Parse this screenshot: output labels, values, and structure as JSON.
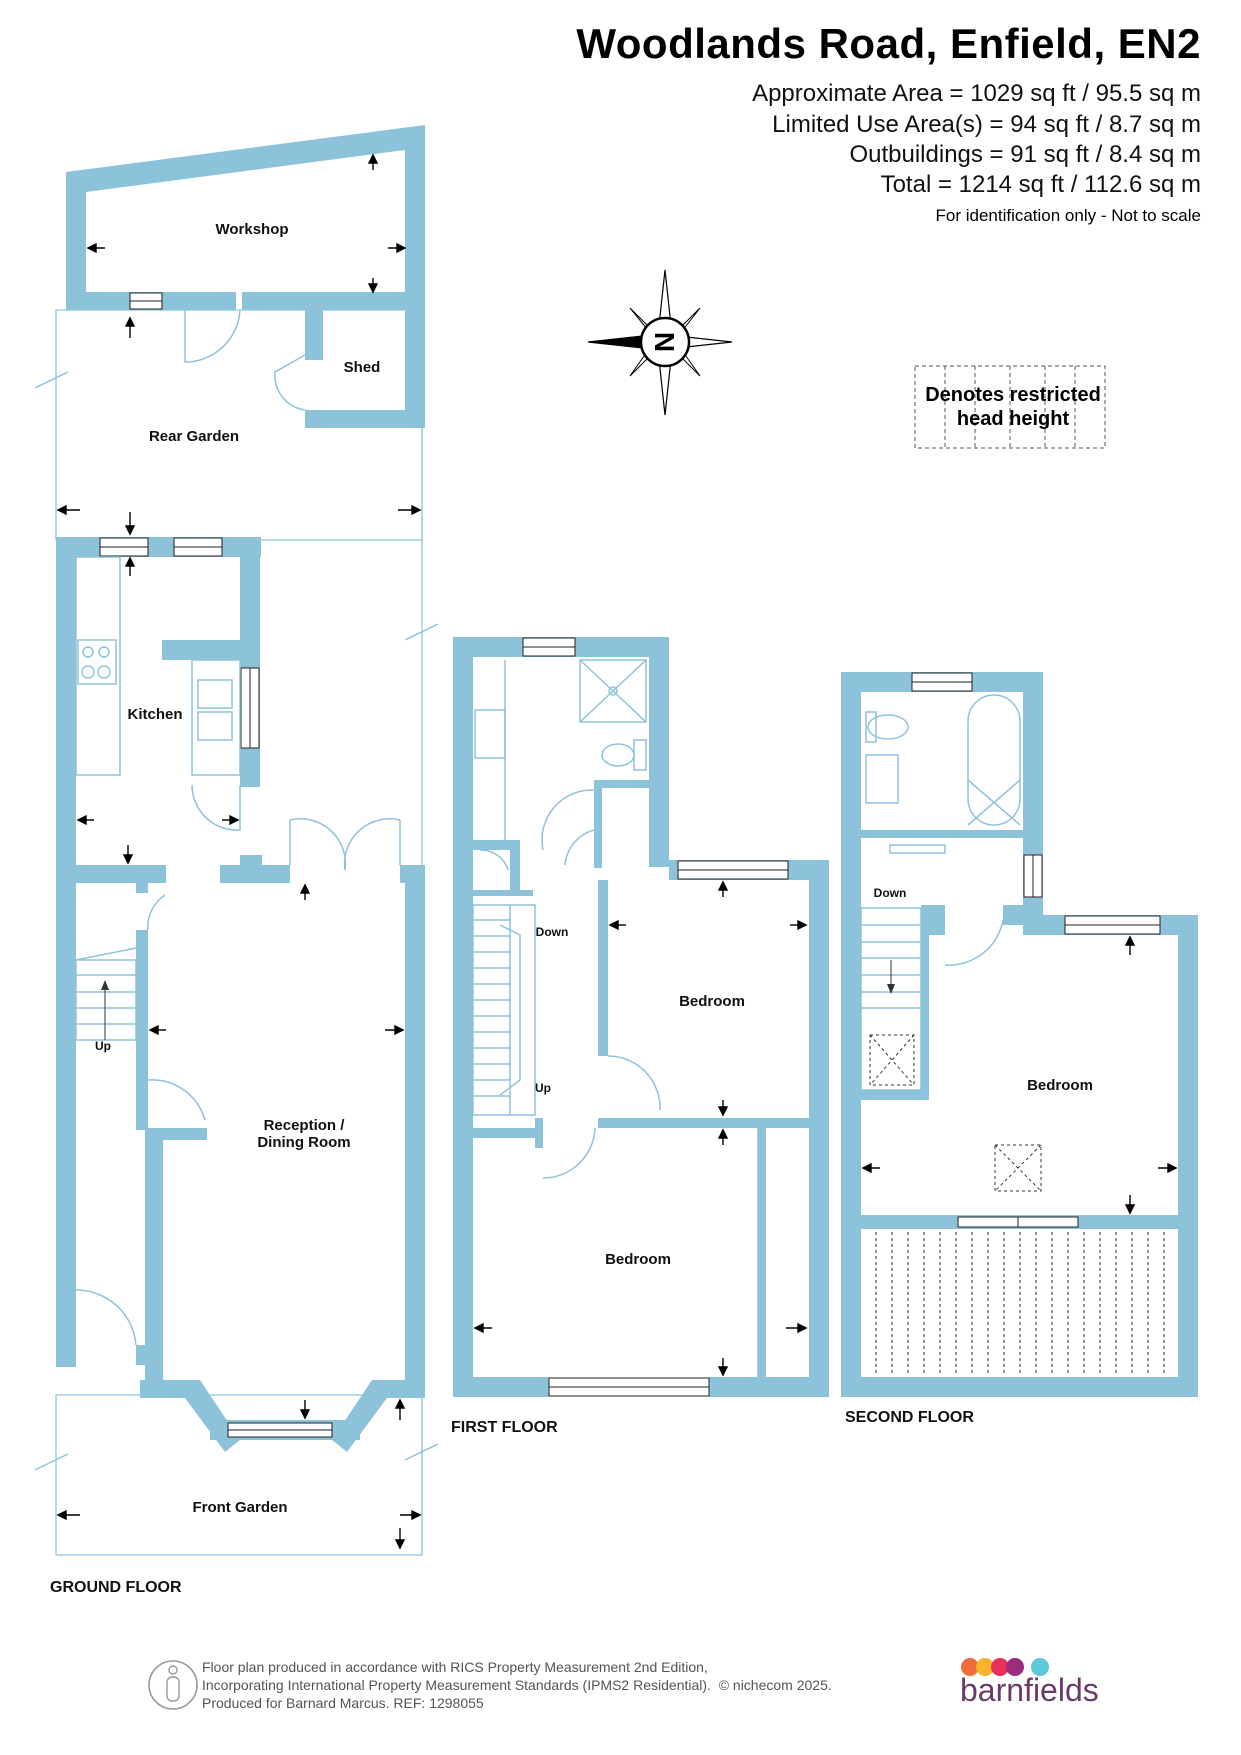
{
  "header": {
    "title": "Woodlands Road, Enfield, EN2",
    "areas": [
      "Approximate Area = 1029 sq ft / 95.5 sq m",
      "Limited Use Area(s) = 94 sq ft / 8.7 sq m",
      "Outbuildings = 91 sq ft / 8.4 sq m",
      "Total = 1214 sq ft / 112.6 sq m"
    ],
    "note": "For identification only - Not to scale"
  },
  "legend": {
    "text": "Denotes restricted head height"
  },
  "compass": {
    "letter": "N",
    "icon": "compass-rose-icon"
  },
  "ground_floor": {
    "label": "GROUND FLOOR",
    "rooms": {
      "workshop": "Workshop",
      "shed": "Shed",
      "rear_garden": "Rear Garden",
      "kitchen": "Kitchen",
      "reception": [
        "Reception /",
        "Dining Room"
      ],
      "front_garden": "Front Garden",
      "stairs": "Up"
    }
  },
  "first_floor": {
    "label": "FIRST FLOOR",
    "rooms": {
      "bedroom_back": "Bedroom",
      "bedroom_front": "Bedroom",
      "down": "Down",
      "up": "Up"
    }
  },
  "second_floor": {
    "label": "SECOND FLOOR",
    "rooms": {
      "bedroom": "Bedroom",
      "down": "Down"
    }
  },
  "footer": {
    "lines": [
      "Floor plan produced in accordance with RICS Property Measurement 2nd Edition,",
      "Incorporating International Property Measurement Standards (IPMS2 Residential).",
      "Produced for Barnard Marcus.   REF:  1298055"
    ],
    "copyright": "© nichecom 2025.",
    "brand": "barnfields",
    "brand_colors": [
      "#f26b3a",
      "#f7b32b",
      "#e8325a",
      "#9b2d7a",
      "#5ec8d8"
    ],
    "wall_color": "#8dc3da"
  }
}
